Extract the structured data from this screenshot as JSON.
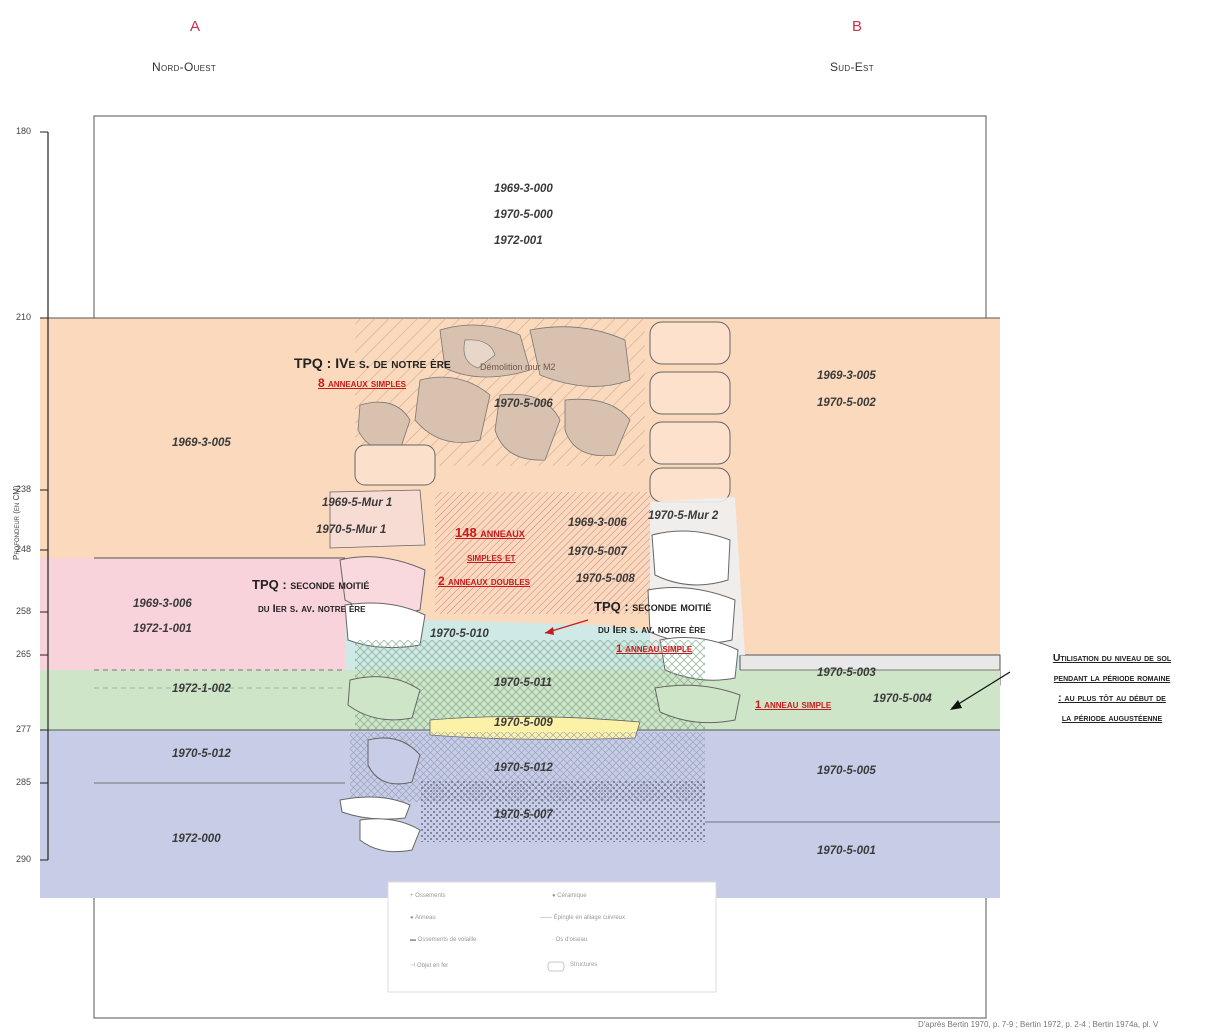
{
  "sides": {
    "a_letter": "A",
    "a_name": "Nord-Ouest",
    "b_letter": "B",
    "b_name": "Sud-Est"
  },
  "depth_axis": {
    "title": "Profondeur (en CM)",
    "ticks": [
      "180",
      "210",
      "238",
      "248",
      "258",
      "265",
      "277",
      "285",
      "290"
    ]
  },
  "top_labels": [
    "1969-3-000",
    "1970-5-000",
    "1972-001"
  ],
  "layers": {
    "orange_left": "1969-3-005",
    "orange_right_1": "1969-3-005",
    "orange_right_2": "1970-5-002",
    "demolition": "Démolition mur M2",
    "m2_center": "1970-5-006",
    "mur1_a": "1969-5-Mur 1",
    "mur1_b": "1970-5-Mur 1",
    "mur2": "1970-5-Mur 2",
    "center_006": "1969-3-006",
    "center_007": "1970-5-007",
    "center_008": "1970-5-008",
    "pink_left_1": "1969-3-006",
    "pink_left_2": "1972-1-001",
    "teal_center": "1970-5-010",
    "grey_right": "1970-5-003",
    "green_left": "1972-1-002",
    "green_center": "1970-5-011",
    "green_right": "1970-5-004",
    "yellow_center": "1970-5-009",
    "blue_left_1": "1970-5-012",
    "blue_left_2": "1972-000",
    "blue_center": "1970-5-012",
    "blue_dots": "1970-5-007",
    "blue_right_1": "1970-5-005",
    "blue_right_2": "1970-5-001"
  },
  "annotations": {
    "tpq_top_main": "TPQ : IVe s. de notre ère",
    "tpq_top_red": "8 anneaux simples",
    "center_red_1": "148 anneaux",
    "center_red_2": "simples et",
    "center_red_3": "2 anneaux doubles",
    "tpq_left_1": "TPQ : seconde moitié",
    "tpq_left_2": "du Ier s. av. notre ère",
    "tpq_right_1": "TPQ : seconde moitié",
    "tpq_right_2": "du Ier s. av. notre ère",
    "right_red_1": "1 anneau simple",
    "green_red": "1 anneau simple",
    "note_1": "Utilisation du niveau de sol",
    "note_2": "pendant la période romaine",
    "note_3": ": au plus tôt au début de",
    "note_4": "la période augustéenne"
  },
  "legend": {
    "item_1": "Ossements",
    "item_2": "Céramique",
    "item_3": "Anneau",
    "item_4": "Épingle en alliage cuivreux",
    "item_5": "Ossements de volaille",
    "item_6": "Os d'oiseau",
    "item_7": "Objet en fer",
    "item_8": "Structures"
  },
  "credit": "D'après Bertin 1970, p. 7-9 ; Bertin 1972, p. 2-4 ; Bertin 1974a, pl. V",
  "colors": {
    "orange": "#fbd9bd",
    "pink": "#f9d3dc",
    "teal": "#cfeae6",
    "green": "#cfe5c8",
    "blue": "#c7cde6",
    "grey": "#e8e8e8",
    "red_text": "#c91a1a"
  }
}
